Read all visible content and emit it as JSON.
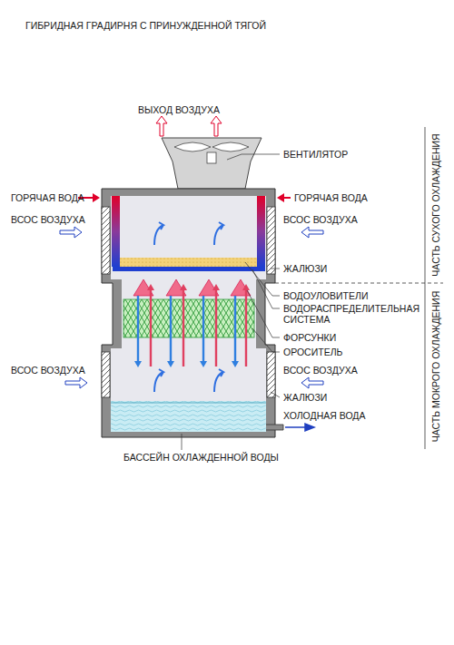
{
  "diagram": {
    "title": "ГИБРИДНАЯ ГРАДИРНЯ С ПРИНУЖДЕННОЙ ТЯГОЙ",
    "labels": [
      "ВЫХОД ВОЗДУХА",
      "ВЕНТИЛЯТОР",
      "ГОРЯЧАЯ ВОДА",
      "ГОРЯЧАЯ ВОДА",
      "ВСОС ВОЗДУХА",
      "ВСОС ВОЗДУХА",
      "ЖАЛЮЗИ",
      "ВОДОУЛОВИТЕЛИ",
      "ВОДОРАСПРЕДЕЛИТЕЛЬНАЯ СИСТЕМА",
      "ФОРСУНКИ",
      "ОРОСИТЕЛЬ",
      "ВСОС ВОЗДУХА",
      "ВСОС ВОЗДУХА",
      "ЖАЛЮЗИ",
      "ХОЛОДНАЯ ВОДА",
      "БАССЕЙН ОХЛАЖДЕННОЙ ВОДЫ",
      "ЧАСТЬ СУХОГО ОХЛАЖДЕНИЯ",
      "ЧАСТЬ МОКРОГО ОХЛАЖДЕНИЯ"
    ]
  }
}
